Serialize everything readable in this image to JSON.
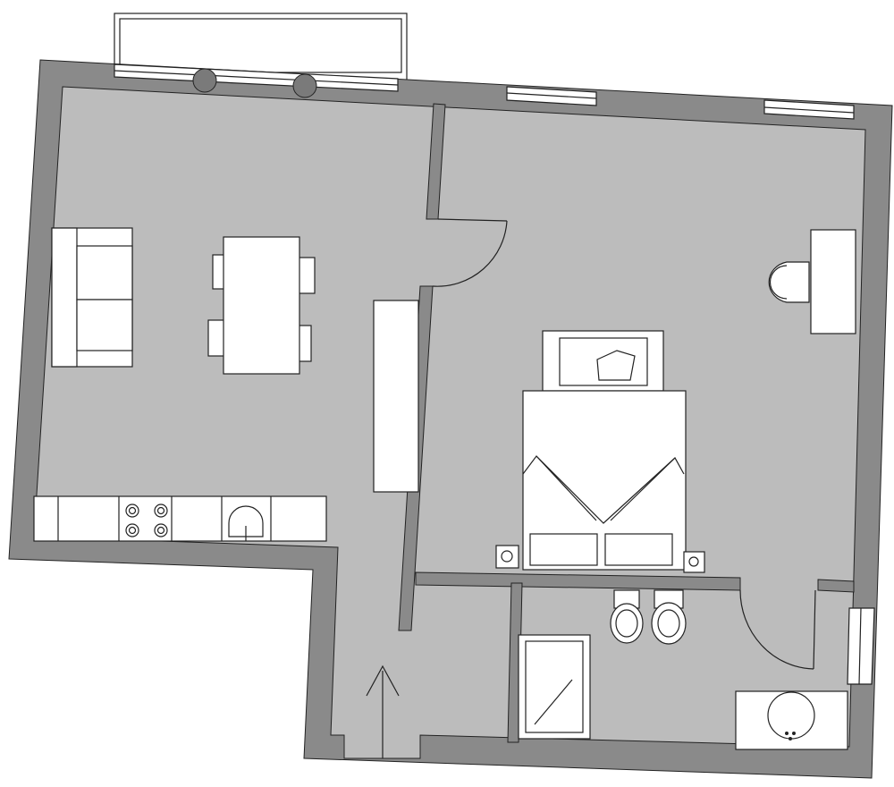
{
  "plan": {
    "colors": {
      "wall": "#8a8a8a",
      "floor": "#bcbcbc",
      "furniture": "#ffffff",
      "outline": "#222222",
      "window_pillar": "#7a7a7a"
    },
    "rooms": [
      "living-kitchen",
      "bedroom",
      "hallway",
      "bathroom-shower",
      "bathroom-main",
      "balcony"
    ],
    "entrance_marker": "arrow-up"
  }
}
